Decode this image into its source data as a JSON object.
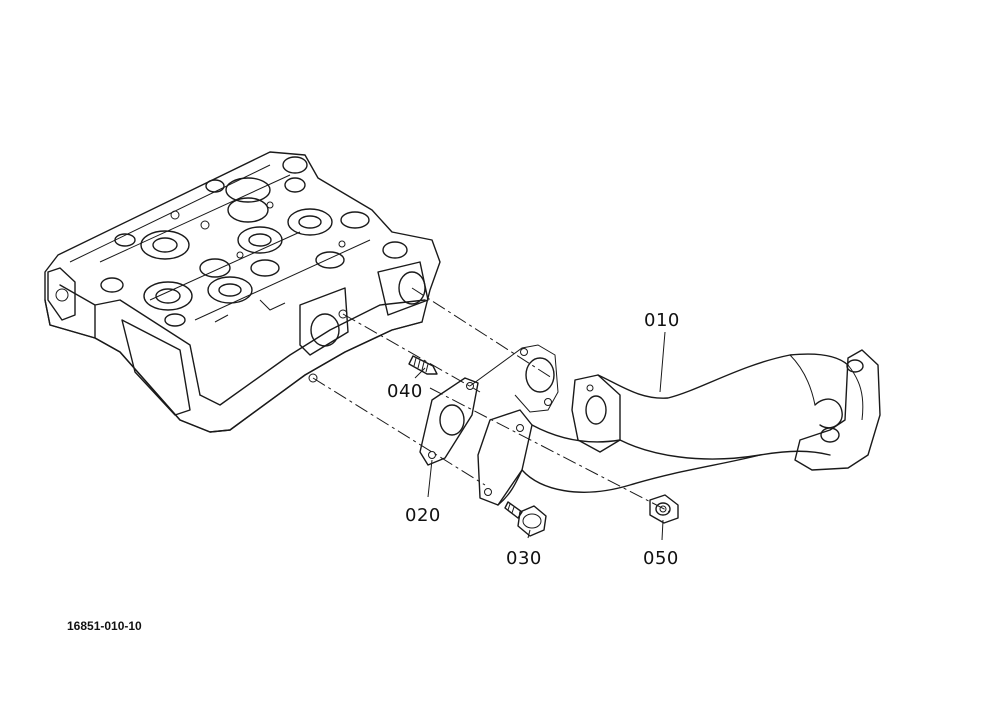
{
  "diagram": {
    "callouts": {
      "manifold": "010",
      "gasket": "020",
      "bolt": "030",
      "stud": "040",
      "nut": "050"
    },
    "figure_id": "16851-010-10"
  }
}
